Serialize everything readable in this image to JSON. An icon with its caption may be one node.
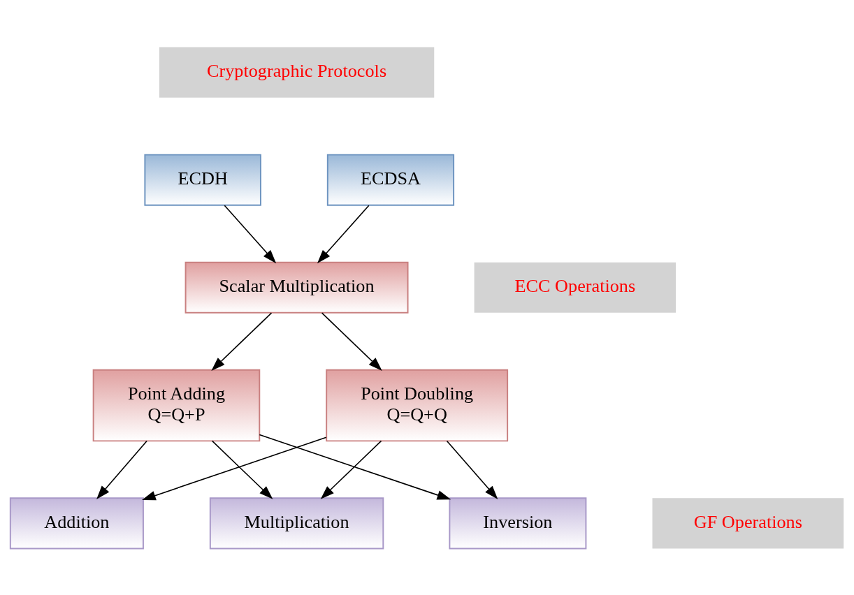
{
  "diagram": {
    "nodes": [
      {
        "text": [
          "ECDH"
        ]
      },
      {
        "text": [
          "ECDSA"
        ]
      },
      {
        "text": [
          "Scalar Multiplication"
        ]
      },
      {
        "text": [
          "Point Adding",
          "Q=Q+P"
        ]
      },
      {
        "text": [
          "Point Doubling",
          "Q=Q+Q"
        ]
      },
      {
        "text": [
          "Addition"
        ]
      },
      {
        "text": [
          "Multiplication"
        ]
      },
      {
        "text": [
          "Inversion"
        ]
      }
    ],
    "edges": [
      {
        "from": 0,
        "to": 2,
        "arrow": "to"
      },
      {
        "from": 1,
        "to": 2,
        "arrow": "to"
      },
      {
        "from": 2,
        "to": 3,
        "arrow": "to"
      },
      {
        "from": 2,
        "to": 4,
        "arrow": "to"
      },
      {
        "from": 3,
        "to": 5,
        "arrow": "to"
      },
      {
        "from": 3,
        "to": 6,
        "arrow": "to"
      },
      {
        "from": 3,
        "to": 7,
        "arrow": "to"
      },
      {
        "from": 4,
        "to": 5,
        "arrow": "to"
      },
      {
        "from": 4,
        "to": 6,
        "arrow": "to"
      },
      {
        "from": 4,
        "to": 7,
        "arrow": "to"
      }
    ],
    "labels": [
      "Cryptographic Protocols",
      "ECC Operations",
      "GF Operations"
    ]
  }
}
